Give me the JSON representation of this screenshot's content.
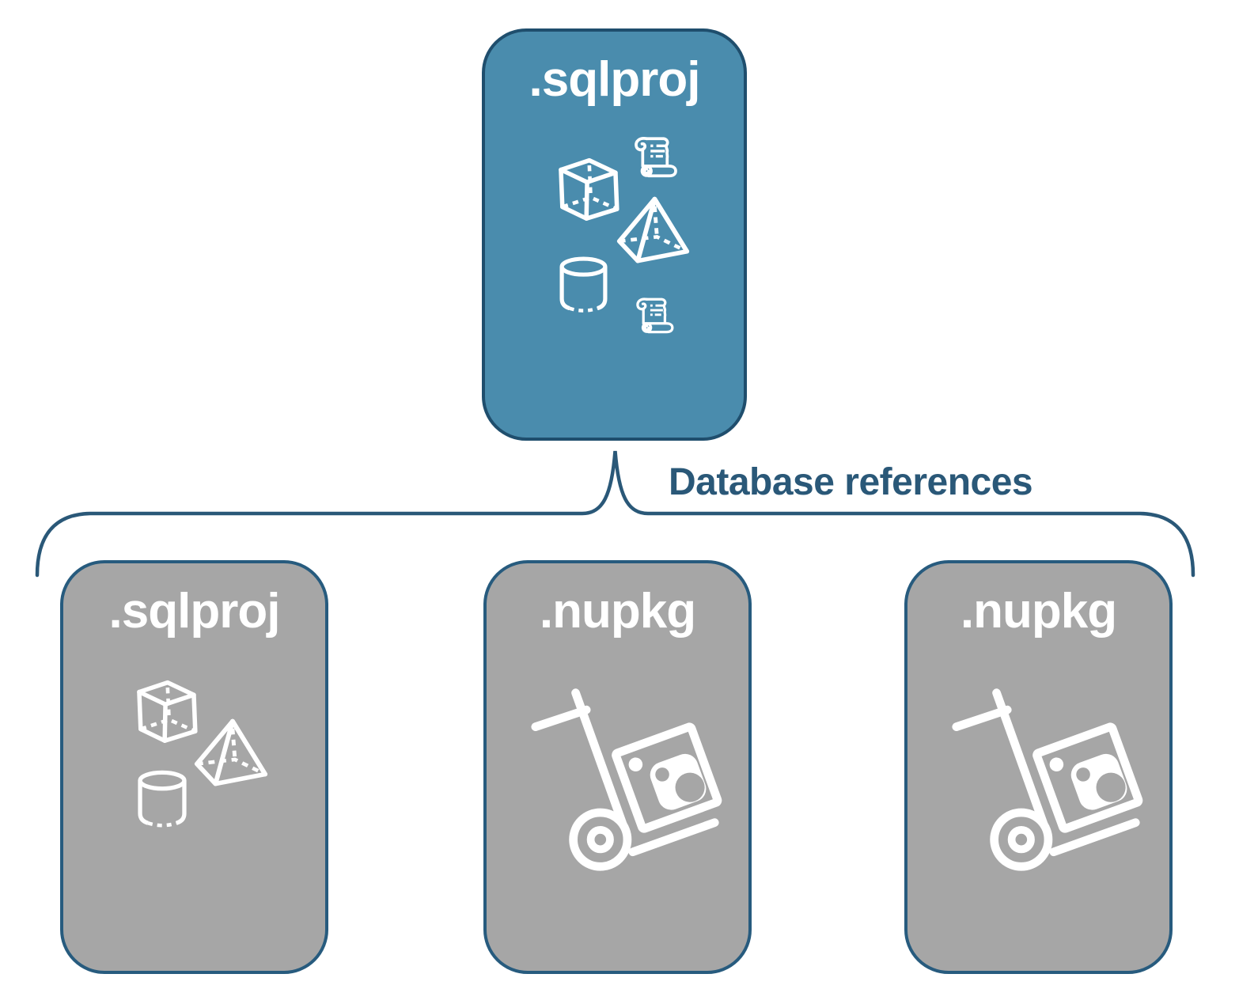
{
  "diagram": {
    "root_card": {
      "label": ".sqlproj",
      "icons": [
        "scroll-icon",
        "cube-icon",
        "pyramid-icon",
        "cylinder-icon",
        "scroll-icon"
      ]
    },
    "connector": {
      "label": "Database references"
    },
    "child_cards": [
      {
        "label": ".sqlproj",
        "icons": [
          "cube-icon",
          "pyramid-icon",
          "cylinder-icon"
        ]
      },
      {
        "label": ".nupkg",
        "icons": [
          "package-dolly-icon"
        ]
      },
      {
        "label": ".nupkg",
        "icons": [
          "package-dolly-icon"
        ]
      }
    ],
    "colors": {
      "root_fill": "#4A8CAD",
      "root_border": "#1F4E6D",
      "child_fill": "#A6A6A6",
      "child_border": "#275B7E",
      "connector_line": "#2A5878",
      "connector_text": "#2A5878",
      "icon": "#FFFFFF",
      "title_text": "#FFFFFF",
      "background": "#FFFFFF"
    }
  }
}
